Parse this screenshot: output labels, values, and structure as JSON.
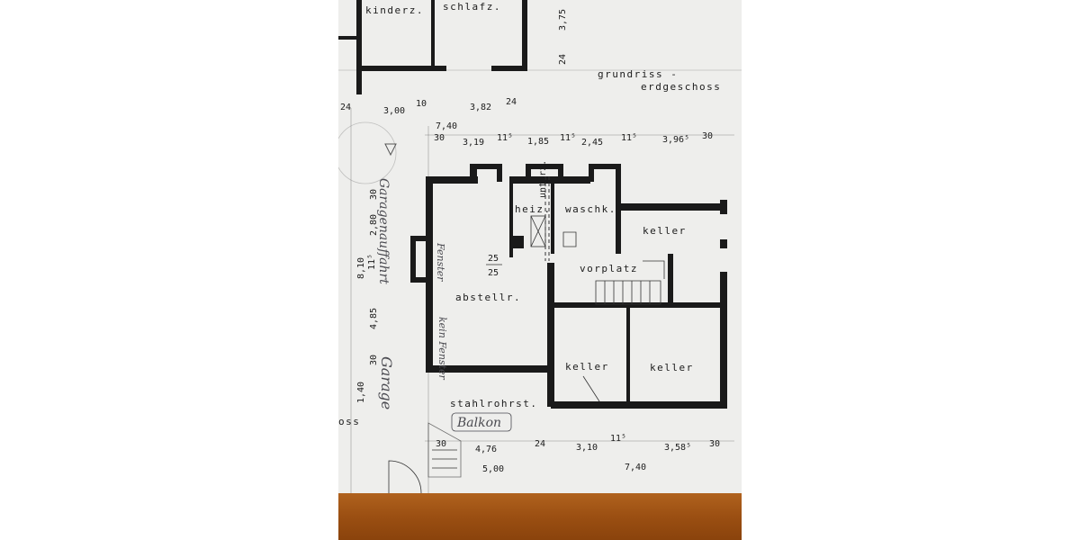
{
  "title": {
    "line1": "grundriss -",
    "line2": "erdgeschoss"
  },
  "rooms": {
    "kinderz": "kinderz.",
    "schlafz": "schlafz.",
    "heiz": "heiz.",
    "waschk": "waschk.",
    "keller_right": "keller",
    "vorplatz": "vorplatz",
    "abstellr": "abstellr.",
    "keller_mid": "keller",
    "keller_bottom_right": "keller",
    "stahlrohrst": "stahlrohrst.",
    "unterz": "unterz.",
    "oss": "oss"
  },
  "handwritten": {
    "balkon": "Balkon",
    "fenster": "Fenster",
    "kein_fenster": "kein Fenster",
    "garage": "Garage",
    "garagenauffahrt": "Garagenauffahrt"
  },
  "dims": {
    "top_row1": [
      "24",
      "3,00",
      "10",
      "3,82",
      "24"
    ],
    "top_740": "7,40",
    "top_row2": [
      "30",
      "3,19",
      "11⁵",
      "1,85",
      "11⁵",
      "2,45",
      "11⁵",
      "3,96⁵",
      "30"
    ],
    "upper_375": "3,75",
    "upper_24": "24",
    "left_stack": [
      "30",
      "2,80",
      "11⁵",
      "8,10",
      "4,85",
      "30",
      "1,40"
    ],
    "mid_25a": "25",
    "mid_25b": "25",
    "bottom_row1": [
      "30",
      "4,76",
      "24",
      "3,10",
      "11⁵",
      "3,58⁵",
      "30"
    ],
    "bottom_500": "5,00",
    "bottom_740": "7,40"
  }
}
